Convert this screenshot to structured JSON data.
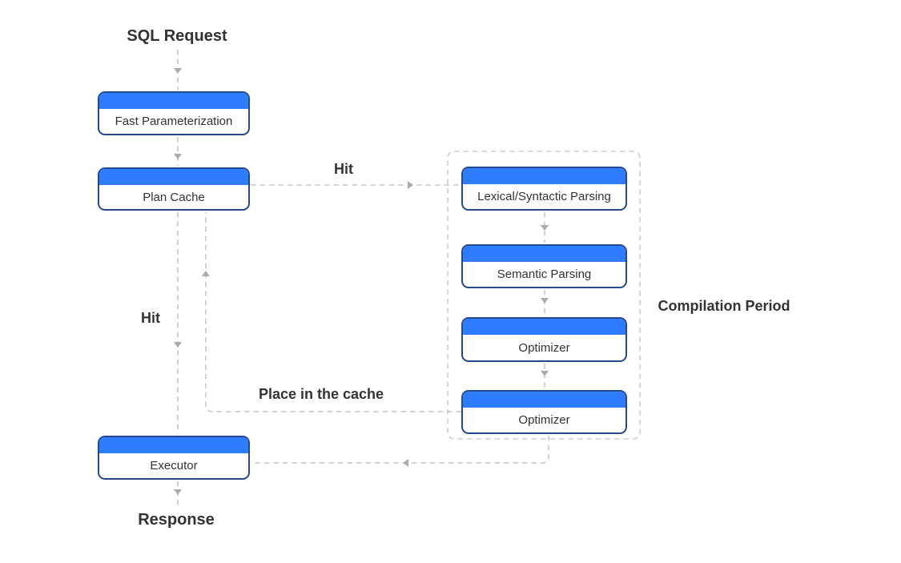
{
  "diagram": {
    "start_label": "SQL Request",
    "end_label": "Response",
    "nodes": {
      "fast_parameterization": "Fast Parameterization",
      "plan_cache": "Plan Cache",
      "executor": "Executor",
      "lexical_syntactic_parsing": "Lexical/Syntactic Parsing",
      "semantic_parsing": "Semantic Parsing",
      "optimizer_1": "Optimizer",
      "optimizer_2": "Optimizer"
    },
    "edge_labels": {
      "hit_top": "Hit",
      "hit_left": "Hit",
      "place_in_the_cache": "Place in the cache"
    },
    "group_label": "Compilation Period",
    "colors": {
      "node_header_blue": "#2E7CFF",
      "node_border_navy": "#24498C",
      "dashed_line_gray": "#C6C6C6",
      "arrowhead_gray": "#ABABAB",
      "text_dark": "#333333"
    }
  }
}
